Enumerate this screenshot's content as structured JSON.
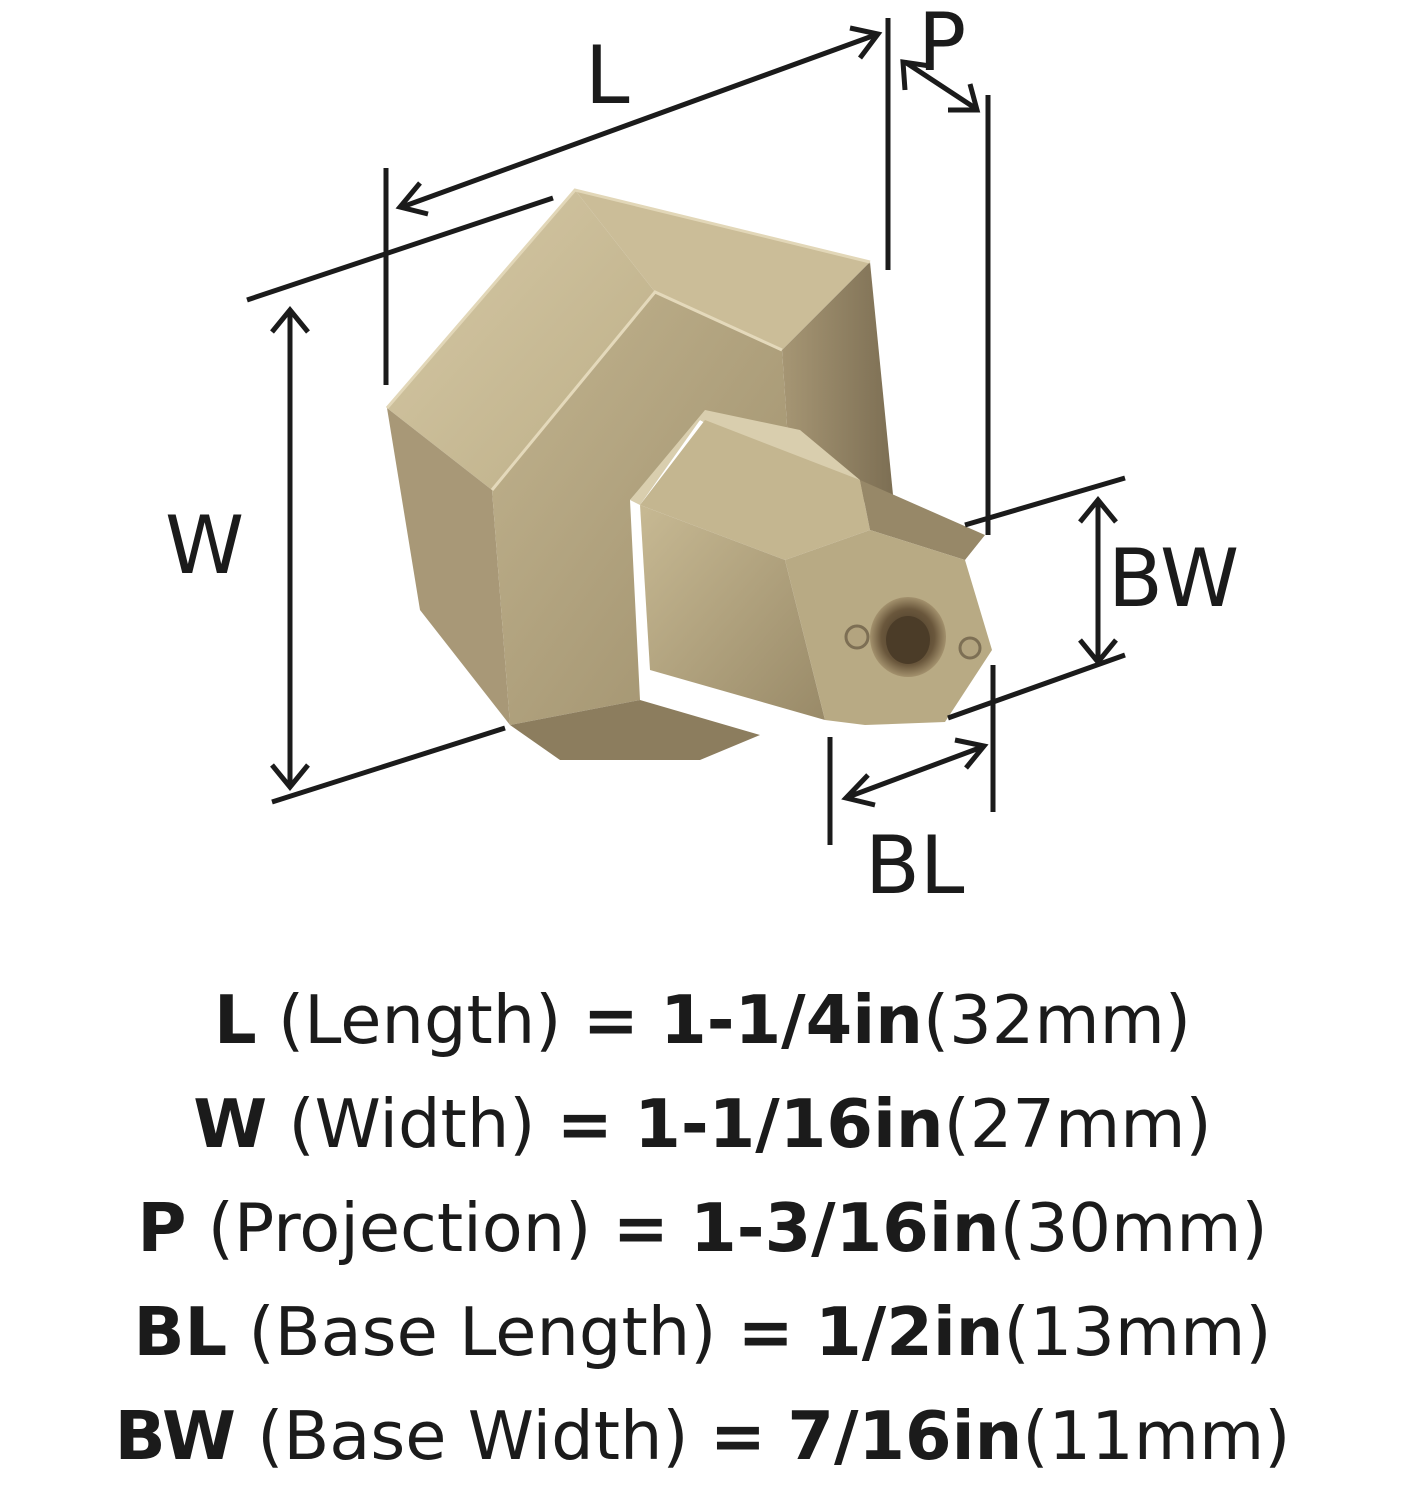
{
  "labels": {
    "L": "L",
    "P": "P",
    "W": "W",
    "BW": "BW",
    "BL": "BL"
  },
  "colors": {
    "ink": "#1b1b1b",
    "brass_light": "#cdbf9b",
    "brass_mid": "#b4a47c",
    "brass_dark": "#8f8061",
    "brass_shadow": "#6f624a",
    "hole": "#5a4a34"
  },
  "specs": [
    {
      "key": "L",
      "name": "(Length)",
      "eq": "=",
      "imperial": "1-1/4in",
      "metric": "(32mm)"
    },
    {
      "key": "W",
      "name": "(Width)",
      "eq": "=",
      "imperial": "1-1/16in",
      "metric": "(27mm)"
    },
    {
      "key": "P",
      "name": "(Projection)",
      "eq": "=",
      "imperial": "1-3/16in",
      "metric": "(30mm)"
    },
    {
      "key": "BL",
      "name": "(Base Length)",
      "eq": "=",
      "imperial": "1/2in",
      "metric": "(13mm)"
    },
    {
      "key": "BW",
      "name": "(Base Width)",
      "eq": "=",
      "imperial": "7/16in",
      "metric": "(11mm)"
    }
  ]
}
